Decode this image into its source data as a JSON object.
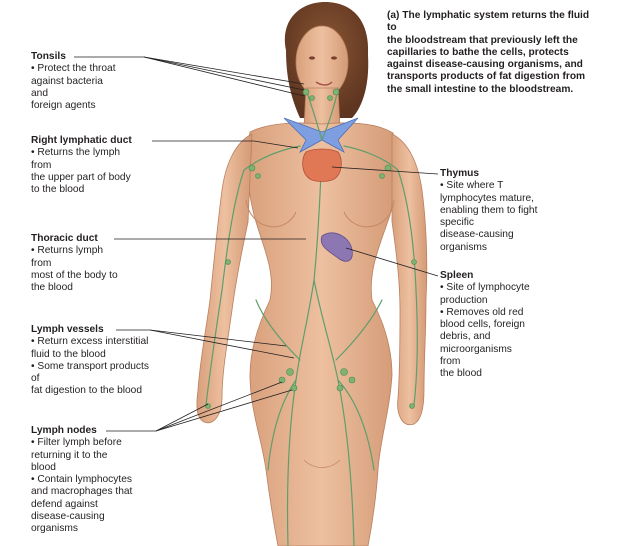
{
  "caption": {
    "part": "(a)",
    "lines": [
      "The lymphatic system returns the fluid",
      "to",
      "the bloodstream that previously left the",
      "capillaries to bathe the cells, protects",
      "against disease-causing organisms, and",
      "transports products of fat digestion from",
      "the small intestine to the bloodstream."
    ]
  },
  "labels": {
    "tonsils": {
      "title": "Tonsils",
      "lines": [
        "• Protect the throat",
        "against bacteria",
        "and",
        "foreign agents"
      ]
    },
    "right_lymphatic_duct": {
      "title": "Right lymphatic duct",
      "lines": [
        "• Returns the lymph",
        "from",
        "the upper part of body",
        "to the blood"
      ]
    },
    "thoracic_duct": {
      "title": "Thoracic duct",
      "lines": [
        "• Returns lymph",
        "from",
        "most of the body to",
        "the blood"
      ]
    },
    "lymph_vessels": {
      "title": "Lymph vessels",
      "lines": [
        "• Return excess interstitial",
        "fluid to the blood",
        "• Some transport products",
        "of",
        "fat digestion to the blood"
      ]
    },
    "lymph_nodes": {
      "title": "Lymph nodes",
      "lines": [
        "• Filter lymph before",
        "returning it to the",
        "blood",
        "• Contain lymphocytes",
        "and macrophages that",
        "defend against",
        "disease-causing",
        "organisms"
      ]
    },
    "thymus": {
      "title": "Thymus",
      "lines": [
        "• Site where T",
        "lymphocytes mature,",
        "enabling them to fight",
        "specific",
        "disease-causing",
        "organisms"
      ]
    },
    "spleen": {
      "title": "Spleen",
      "lines": [
        "• Site of lymphocyte",
        "production",
        "• Removes old red",
        "blood cells, foreign",
        "debris, and",
        "microorganisms",
        "from",
        "the blood"
      ]
    }
  },
  "colors": {
    "skin": "#e8b594",
    "skin_shadow": "#c98c69",
    "hair": "#7a4a2e",
    "lymph": "#5f9e6c",
    "node": "#7db36f",
    "thymus": "#e07856",
    "spleen": "#8d77b3",
    "vein_blue": "#6d8fd1",
    "leader": "#231f20"
  }
}
